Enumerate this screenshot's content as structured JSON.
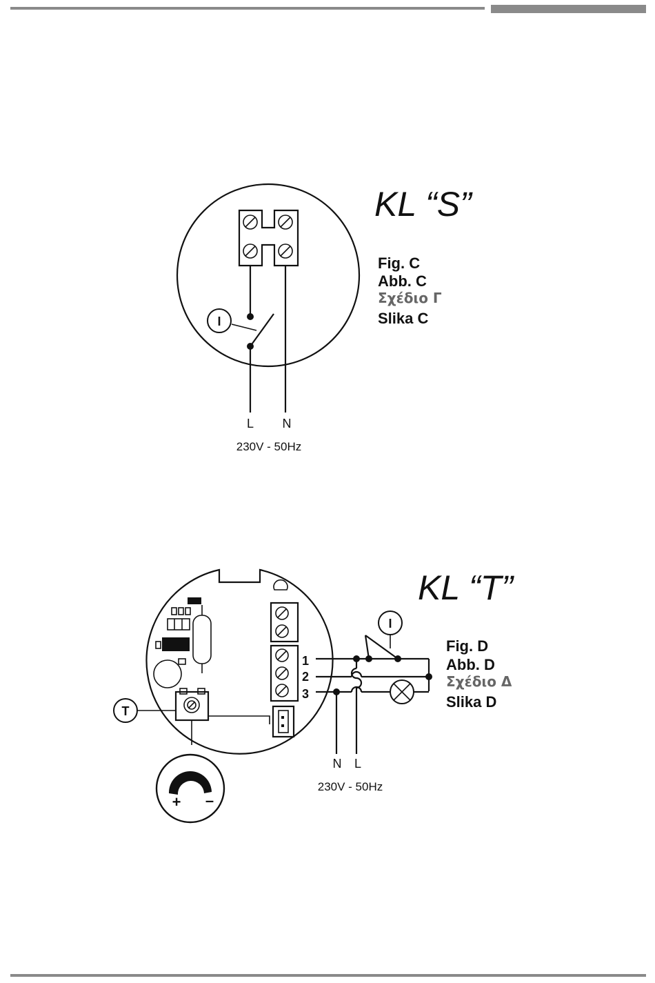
{
  "diagram_s": {
    "title": "KL “S”",
    "fig_labels": [
      "Fig.  C",
      "Abb.  C",
      "Σχέδιο  Γ",
      "Slika  C"
    ],
    "switch_marker": "I",
    "wire_l": "L",
    "wire_n": "N",
    "supply": "230V - 50Hz"
  },
  "diagram_t": {
    "title": "KL “T”",
    "fig_labels": [
      "Fig.  D",
      "Abb.  D",
      "Σχέδιο  Δ",
      "Slika  D"
    ],
    "switch_marker": "I",
    "thermostat_marker": "T",
    "terminals": [
      "1",
      "2",
      "3"
    ],
    "wire_n": "N",
    "wire_l": "L",
    "supply": "230V - 50Hz",
    "dial_plus": "+",
    "dial_minus": "–"
  }
}
